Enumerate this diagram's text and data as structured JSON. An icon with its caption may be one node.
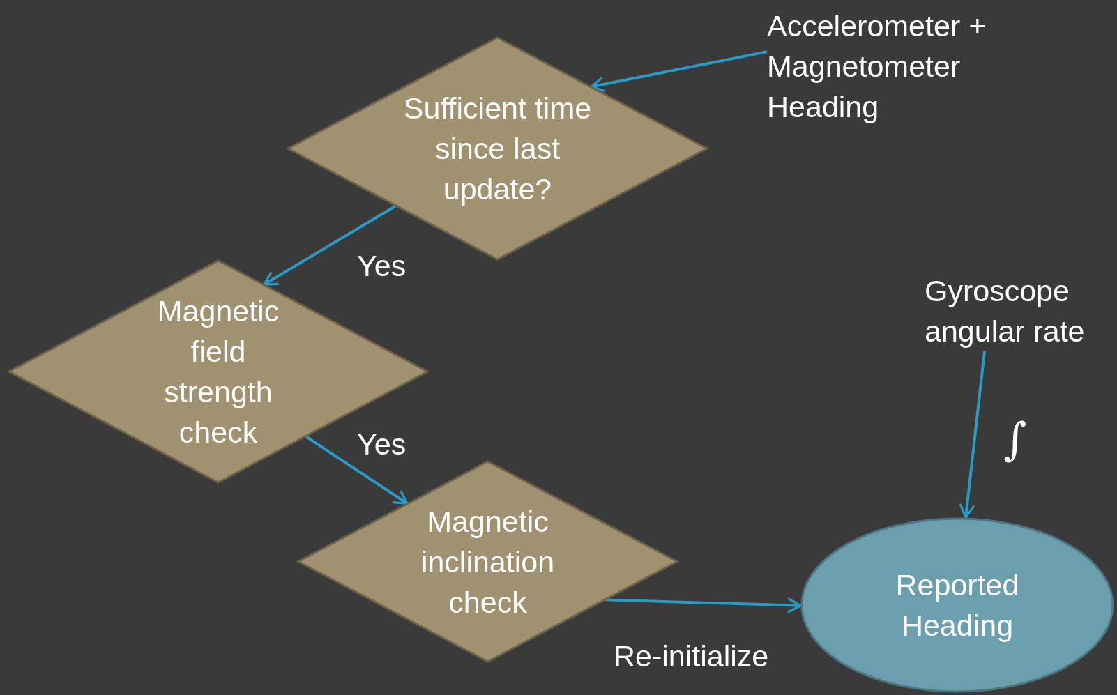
{
  "diagram": {
    "nodes": [
      {
        "text": [
          "Accelerometer + Magnetometer Heading"
        ]
      },
      {
        "text": [
          "Sufficient time since last update?"
        ]
      },
      {
        "text": [
          "Magnetic field strength check"
        ]
      },
      {
        "text": [
          "Magnetic inclination check"
        ]
      },
      {
        "text": [
          "Reported Heading"
        ]
      },
      {
        "text": [
          "Gyroscope angular rate"
        ]
      }
    ],
    "edges": [
      {
        "from": 0,
        "to": 1,
        "arrow": "to"
      },
      {
        "from": 1,
        "to": 2,
        "label": "Yes",
        "arrow": "to"
      },
      {
        "from": 2,
        "to": 3,
        "label": "Yes",
        "arrow": "to"
      },
      {
        "from": 3,
        "to": 4,
        "label": "Re-initialize",
        "arrow": "to"
      },
      {
        "from": 5,
        "to": 4,
        "label": "∫",
        "arrow": "to"
      }
    ]
  }
}
